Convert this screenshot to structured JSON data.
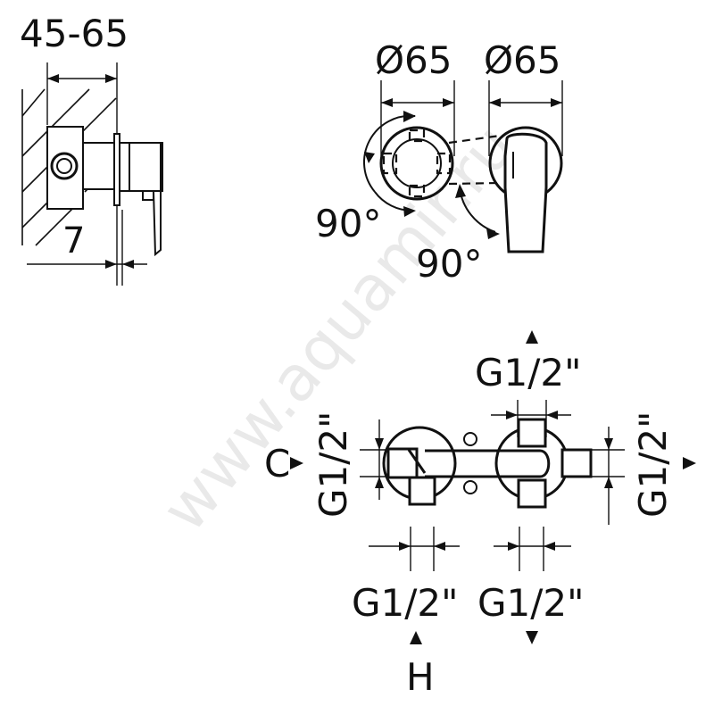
{
  "watermark": "www.aquamir.ru",
  "side_view": {
    "depth_label": "45-65",
    "offset_label": "7"
  },
  "front_view": {
    "diameter_left": "Ø65",
    "diameter_right": "Ø65",
    "rotation_left": "90°",
    "rotation_right": "90°"
  },
  "body_view": {
    "top_outlet": "G1/2\"",
    "left_side": "G1/2\"",
    "right_side": "G1/2\"",
    "bottom_left": "G1/2\"",
    "bottom_right": "G1/2\"",
    "cold_label": "C",
    "hot_label": "H"
  }
}
